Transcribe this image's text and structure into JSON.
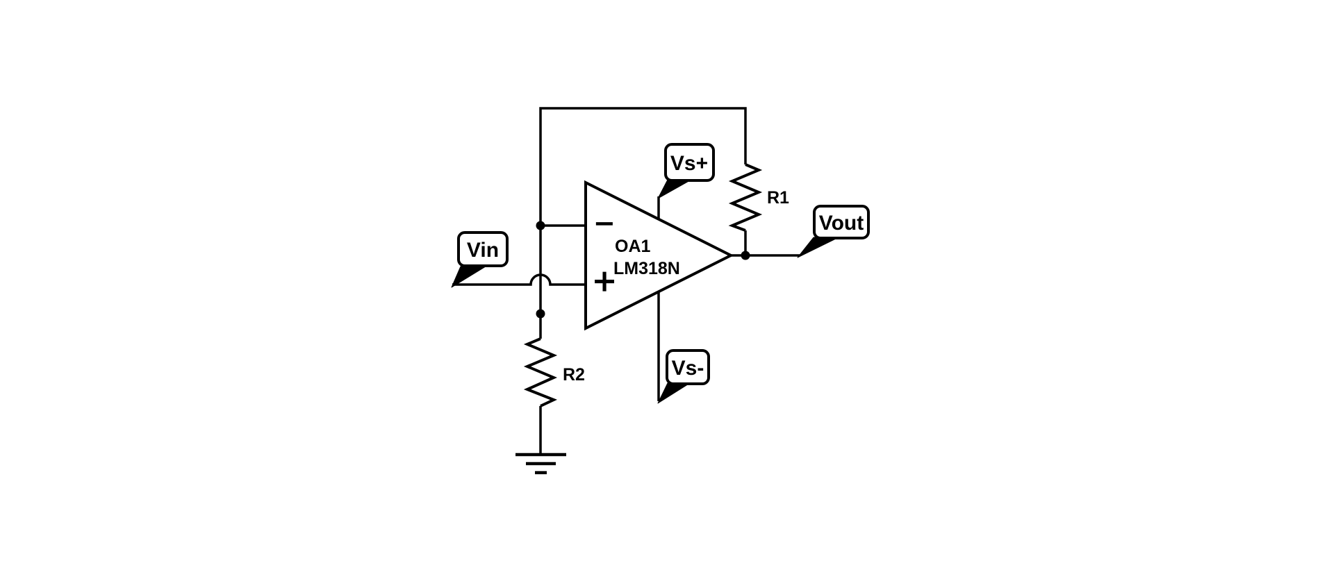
{
  "schematic": {
    "background_color": "#ffffff",
    "stroke_color": "#000000",
    "opamp": {
      "designator": "OA1",
      "part": "LM318N",
      "inverting_input_symbol": "−",
      "noninverting_input_symbol": "+"
    },
    "resistors": {
      "r1": {
        "designator": "R1"
      },
      "r2": {
        "designator": "R2"
      }
    },
    "net_flags": {
      "vin": {
        "label": "Vin"
      },
      "vout": {
        "label": "Vout"
      },
      "vs_plus": {
        "label": "Vs+"
      },
      "vs_minus": {
        "label": "Vs-"
      }
    }
  }
}
